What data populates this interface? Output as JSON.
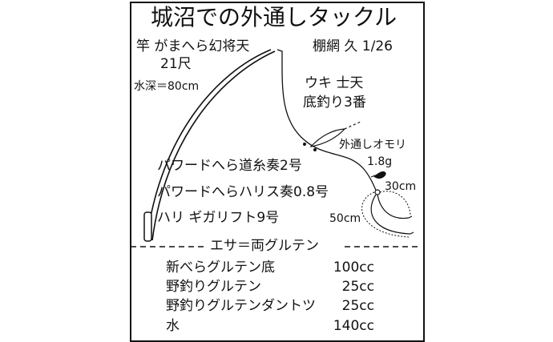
{
  "title": "城沼での外通しタックル",
  "rod": {
    "label": "竿 がまへら幻将天",
    "length": "21尺"
  },
  "author": "棚網 久 1/26",
  "depth": "水深＝80cm",
  "float": {
    "line1": "ウキ 士天",
    "line2": "底釣り3番"
  },
  "sinker": {
    "label": "外通しオモリ",
    "weight": "1.8g"
  },
  "mainline": "パワードへら道糸奏2号",
  "leader": "パワードへらハリス奏0.8号",
  "hook": "ハリ ギガリフト9号",
  "leader_lengths": {
    "short": "30cm",
    "long": "50cm"
  },
  "bait": {
    "heading": "エサ＝両グルテン",
    "items": [
      {
        "name": "新べらグルテン底",
        "amount": "100cc"
      },
      {
        "name": "野釣りグルテン",
        "amount": "25cc"
      },
      {
        "name": "野釣りグルテンダントツ",
        "amount": "25cc"
      },
      {
        "name": "水",
        "amount": "140cc"
      }
    ]
  }
}
